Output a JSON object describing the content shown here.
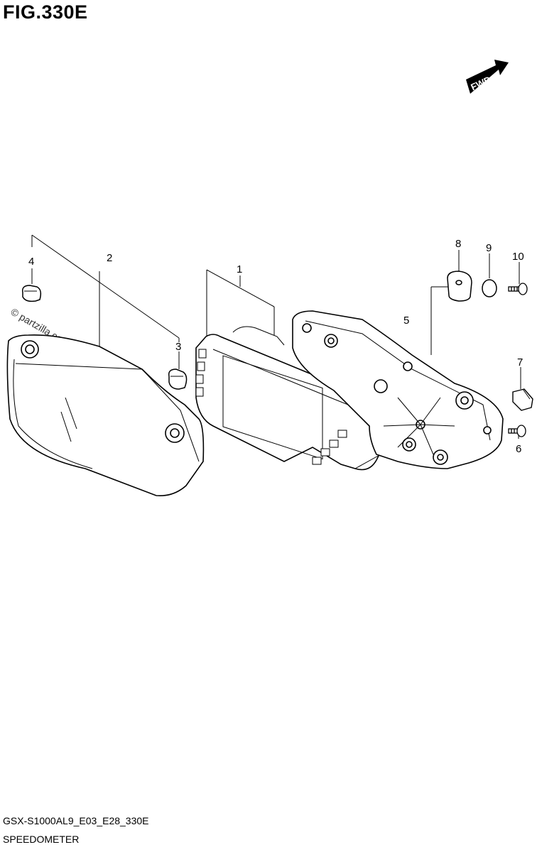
{
  "figure": {
    "title": "FIG.330E",
    "code": "GSX-S1000AL9_E03_E28_330E",
    "caption": "SPEEDOMETER"
  },
  "fwd_label": "FWD",
  "watermark": "© partzilla.com",
  "callouts": [
    {
      "id": "1",
      "label": "1"
    },
    {
      "id": "2",
      "label": "2"
    },
    {
      "id": "3",
      "label": "3"
    },
    {
      "id": "4",
      "label": "4"
    },
    {
      "id": "5",
      "label": "5"
    },
    {
      "id": "6",
      "label": "6"
    },
    {
      "id": "7",
      "label": "7"
    },
    {
      "id": "8",
      "label": "8"
    },
    {
      "id": "9",
      "label": "9"
    },
    {
      "id": "10",
      "label": "10"
    }
  ]
}
